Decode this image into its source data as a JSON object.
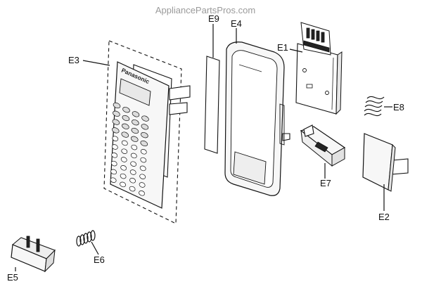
{
  "watermark": "AppliancePartsPros.com",
  "brand_text": "Panasonic",
  "labels": {
    "e1": "E1",
    "e2": "E2",
    "e3": "E3",
    "e4": "E4",
    "e5": "E5",
    "e6": "E6",
    "e7": "E7",
    "e8": "E8",
    "e9": "E9"
  }
}
